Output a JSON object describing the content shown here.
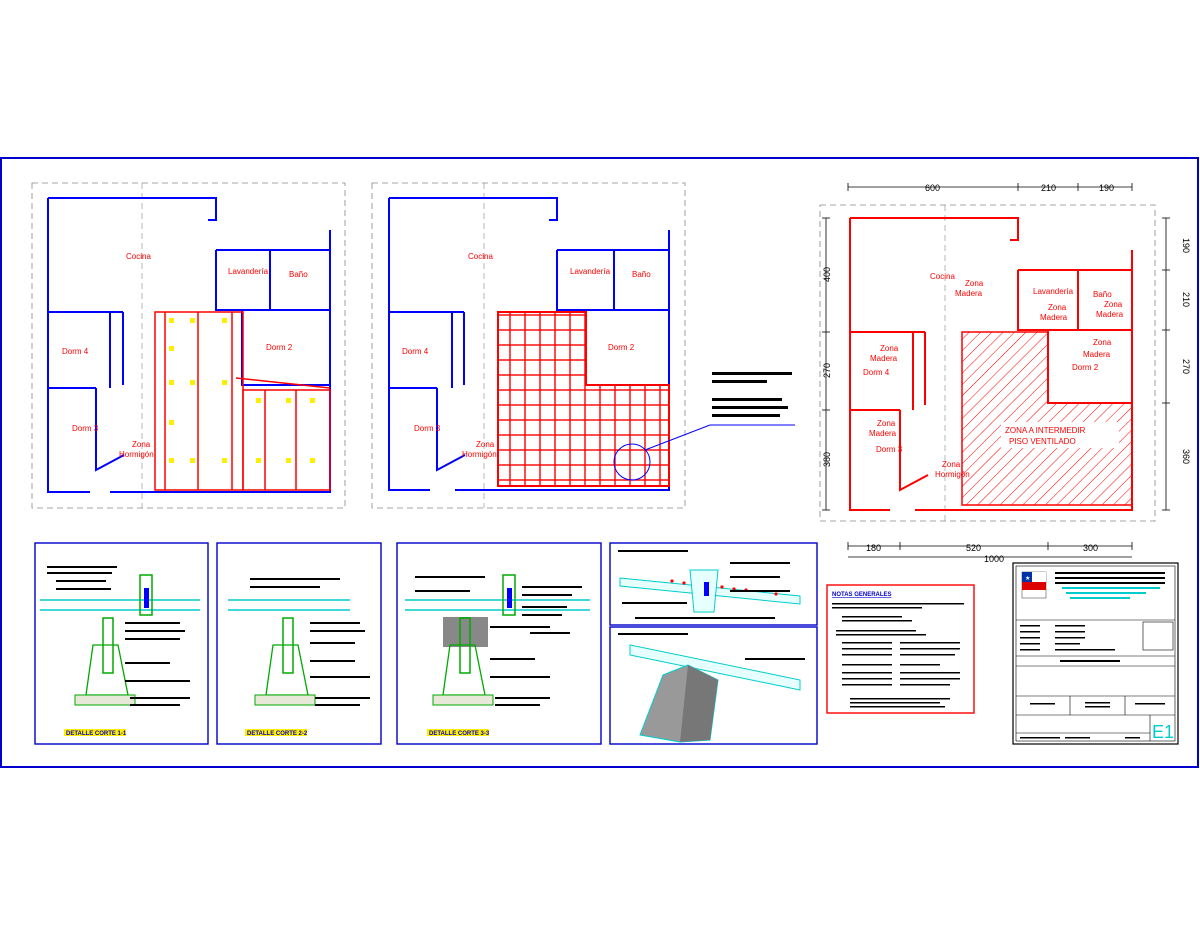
{
  "plan_a": {
    "rooms": {
      "cocina": "Cocina",
      "lavanderia": "Lavandería",
      "bano": "Baño",
      "dorm4": "Dorm 4",
      "dorm2": "Dorm 2",
      "dorm3": "Dorm 3",
      "zona_hormigon": [
        "Zona",
        "Hormigón"
      ]
    }
  },
  "plan_b": {
    "rooms": {
      "cocina": "Cocina",
      "lavanderia": "Lavandería",
      "bano": "Baño",
      "dorm4": "Dorm 4",
      "dorm2": "Dorm 2",
      "dorm3": "Dorm 3",
      "zona_hormigon": [
        "Zona",
        "Hormigón"
      ]
    }
  },
  "plan_c": {
    "rooms": {
      "cocina": "Cocina",
      "lavanderia": "Lavandería",
      "bano": "Baño",
      "dorm4": "Dorm 4",
      "dorm2": "Dorm 2",
      "dorm3": "Dorm 3",
      "zona_hormigon": [
        "Zona",
        "Hormigón"
      ],
      "zona_madera": [
        "Zona",
        "Madera"
      ],
      "zona_intermedia": [
        "ZONA A INTERMEDIR",
        "PISO VENTILADO"
      ]
    },
    "dims_top": [
      "600",
      "210",
      "190"
    ],
    "dims_right": [
      "190",
      "210",
      "270",
      "360"
    ],
    "dims_left": [
      "400",
      "270",
      "380"
    ],
    "dims_bottom": [
      "180",
      "520",
      "300"
    ],
    "dims_bottom_total": "1000"
  },
  "details": [
    {
      "title": "DETALLE CORTE 1-1"
    },
    {
      "title": "DETALLE CORTE 2-2"
    },
    {
      "title": "DETALLE CORTE 3-3"
    }
  ],
  "notes": {
    "title": "NOTAS GENERALES"
  },
  "title_block": {
    "sheet_code": "E1"
  },
  "colors": {
    "plan_blue": "#0000ff",
    "plan_red": "#ff0000",
    "frame_blue": "#0000cc",
    "cyan": "#00d8d8",
    "dashed_gray": "#888888"
  }
}
